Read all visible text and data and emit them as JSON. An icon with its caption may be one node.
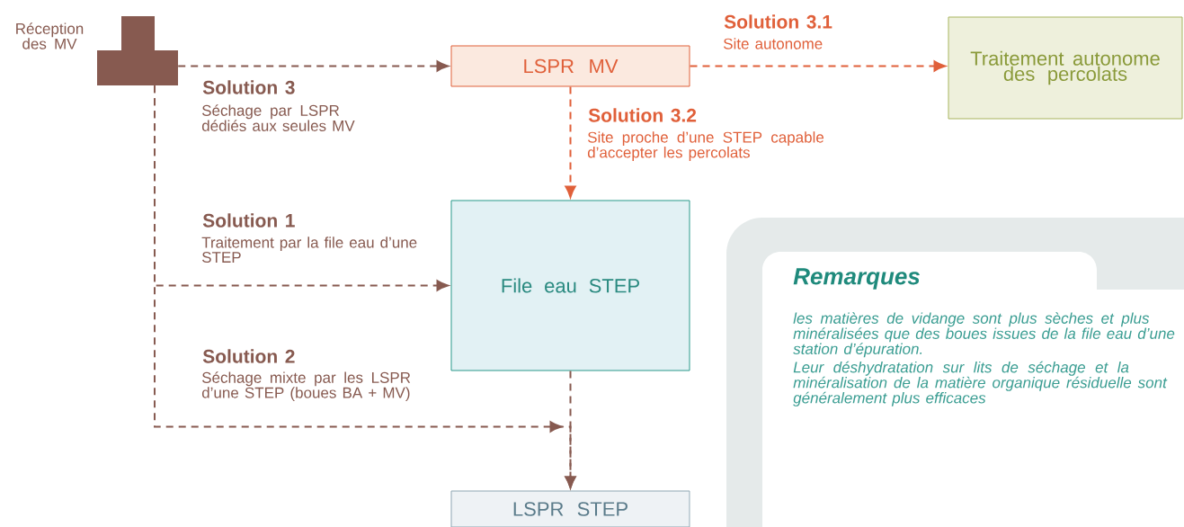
{
  "diagram": {
    "nodes": [
      {
        "text": [],
        "shape": "box",
        "beside": [
          "Réception des MV"
        ]
      },
      {
        "text": [
          "LSPR MV"
        ]
      },
      {
        "text": [
          "Traitement autonome des percolats"
        ]
      },
      {
        "text": [
          "File eau STEP"
        ]
      },
      {
        "text": [
          "LSPR STEP"
        ]
      },
      {
        "text": [
          "Remarques",
          "les matières de vidange sont plus sèches et plus minéralisées que des boues issues de la file eau d’une station d’épuration.",
          "Leur déshydratation sur lits de séchage et la minéralisation de la matière organique résiduelle sont généralement plus efficaces"
        ]
      }
    ],
    "edges": [
      {
        "from": 0,
        "to": 1,
        "arrow": "to",
        "style": "dashed",
        "label": "Solution 3"
      },
      {
        "from": 1,
        "to": 2,
        "arrow": "to",
        "style": "dashed",
        "color": "#e0603a",
        "label": "Solution 3.1"
      },
      {
        "from": 1,
        "to": 3,
        "arrow": "to",
        "style": "dashed",
        "color": "#e0603a",
        "label": "Solution 3.2"
      },
      {
        "from": 0,
        "to": 3,
        "arrow": "to",
        "style": "dashed",
        "label": "Solution 1"
      },
      {
        "from": 0,
        "to": 4,
        "arrow": "to",
        "style": "dashed",
        "label": "Solution 2"
      },
      {
        "from": 3,
        "to": 4,
        "arrow": "to",
        "style": "dashed"
      }
    ],
    "labels": [
      "Site autonome",
      "Séchage par LSPR dédiés aux seules MV",
      "Site proche d’une STEP capable d’accepter les percolats",
      "Traitement par la file eau d’une STEP",
      "Séchage mixte par les LSPR d’une STEP (boues BA + MV)"
    ]
  }
}
